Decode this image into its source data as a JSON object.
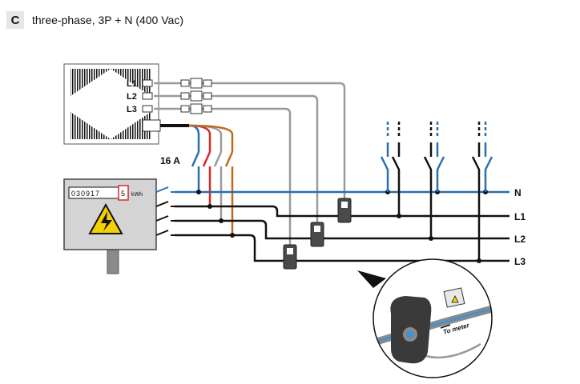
{
  "header": {
    "badge": "C",
    "caption": "three-phase, 3P + N (400 Vac)"
  },
  "inverter": {
    "terminals": [
      "L1",
      "L2",
      "L3"
    ]
  },
  "breaker": {
    "label": "16 A"
  },
  "meter": {
    "digits": "030917",
    "last_digit": "5",
    "unit": "kWh"
  },
  "bus": {
    "labels": [
      "N",
      "L1",
      "L2",
      "L3"
    ]
  },
  "clamp": {
    "label": "To meter"
  },
  "colors": {
    "neutral": "#2a6fb0",
    "l1": "#111111",
    "l2": "#9a9a9a",
    "l3": "#c06a1e",
    "red": "#d42a2a",
    "panel": "#d4d4d4"
  }
}
